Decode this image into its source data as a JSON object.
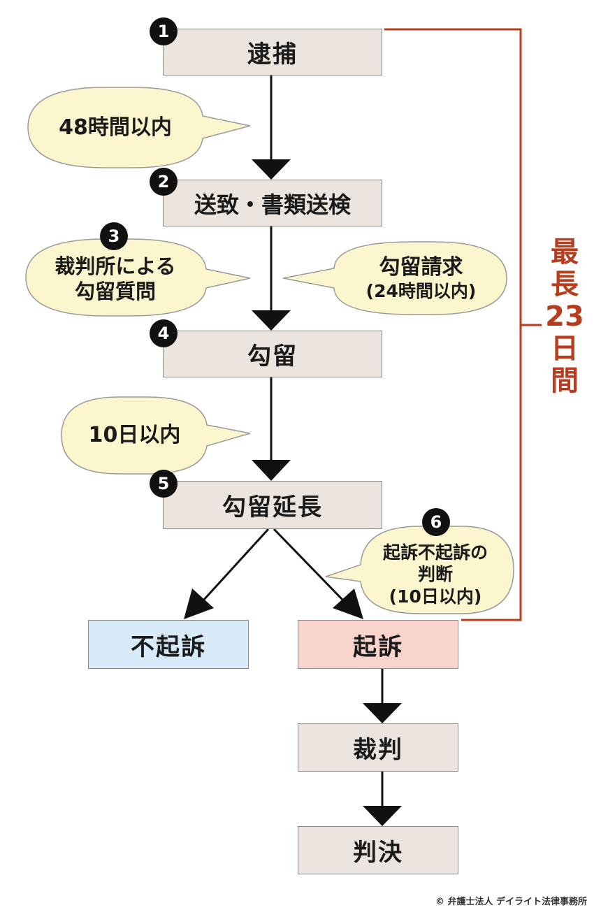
{
  "steps": {
    "arrest": "逮捕",
    "transfer": "送致・書類送検",
    "detention": "勾留",
    "extension": "勾留延長",
    "non_indictment": "不起訴",
    "indictment": "起訴",
    "trial": "裁判",
    "verdict": "判決"
  },
  "bubbles": {
    "b1": "48時間以内",
    "b3_line1": "裁判所による",
    "b3_line2": "勾留質問",
    "b_req_line1": "勾留請求",
    "b_req_line2": "(24時間以内)",
    "b4": "10日以内",
    "b6_line1": "起訴不起訴の",
    "b6_line2": "判断",
    "b6_line3": "(10日以内)"
  },
  "numbers": {
    "n1": "1",
    "n2": "2",
    "n3": "3",
    "n4": "4",
    "n5": "5",
    "n6": "6"
  },
  "bracket_label": [
    "最",
    "長",
    "23",
    "日",
    "間"
  ],
  "credit": "© 弁護士法人 デイライト法律事務所",
  "colors": {
    "box_gray": "#ebe4df",
    "box_blue": "#d6eaf8",
    "box_pink": "#f9d4cd",
    "bubble": "#fcf6cf",
    "bracket": "#b83c1e"
  }
}
